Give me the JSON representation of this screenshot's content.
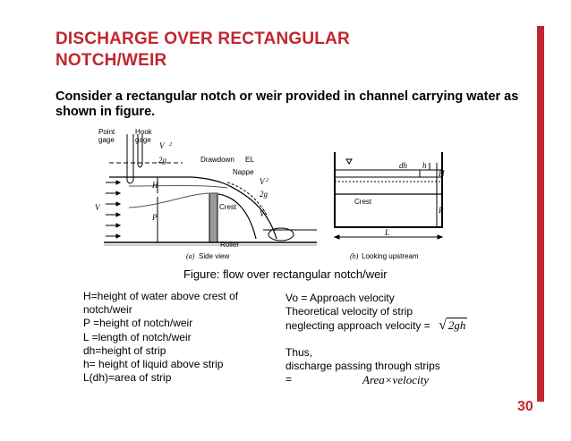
{
  "slide": {
    "title_line1": "DISCHARGE OVER RECTANGULAR",
    "title_line2": "NOTCH/WEIR",
    "intro": "Consider a rectangular notch or weir provided in channel carrying water as shown in figure.",
    "caption": "Figure: flow over rectangular notch/weir",
    "page_number": "30",
    "accent_color": "#c0272d"
  },
  "figure": {
    "side": {
      "point_gage": "Point",
      "point_gage2": "gage",
      "hook_gage": "Hook",
      "hook_gage2": "gage",
      "vo2": "V",
      "vo2_sub": "o",
      "vo2_exp": "2",
      "two_g": "2g",
      "drawdown": "Drawdown",
      "el": "EL",
      "nappe": "Nappe",
      "v2": "V",
      "v2_exp": "2",
      "two_g_2": "2g",
      "h": "H",
      "vo": "V",
      "vo_sub": "o",
      "crest": "Crest",
      "v": "V",
      "p": "P",
      "roller": "Roller",
      "label_a": "(a)",
      "label_side": "Side view"
    },
    "upstream": {
      "dh": "dh",
      "h_small": "h",
      "h_big": "H",
      "crest": "Crest",
      "p": "P",
      "l": "L",
      "label_b": "(b)",
      "label_up": "Looking upstream"
    }
  },
  "definitions": [
    "H=height of water above crest of",
    "notch/weir",
    "P =height of notch/weir",
    "L =length of notch/weir",
    "dh=height of strip",
    "h= height of liquid above strip",
    "L(dh)=area of strip"
  ],
  "explanation": {
    "line1": "Vo = Approach velocity",
    "line2": "Theoretical velocity of strip",
    "line3": "neglecting approach velocity =",
    "formula1": "2gh",
    "thus": "Thus,",
    "line5": "discharge passing through strips",
    "line6": "=",
    "formula2": "Area×velocity"
  }
}
